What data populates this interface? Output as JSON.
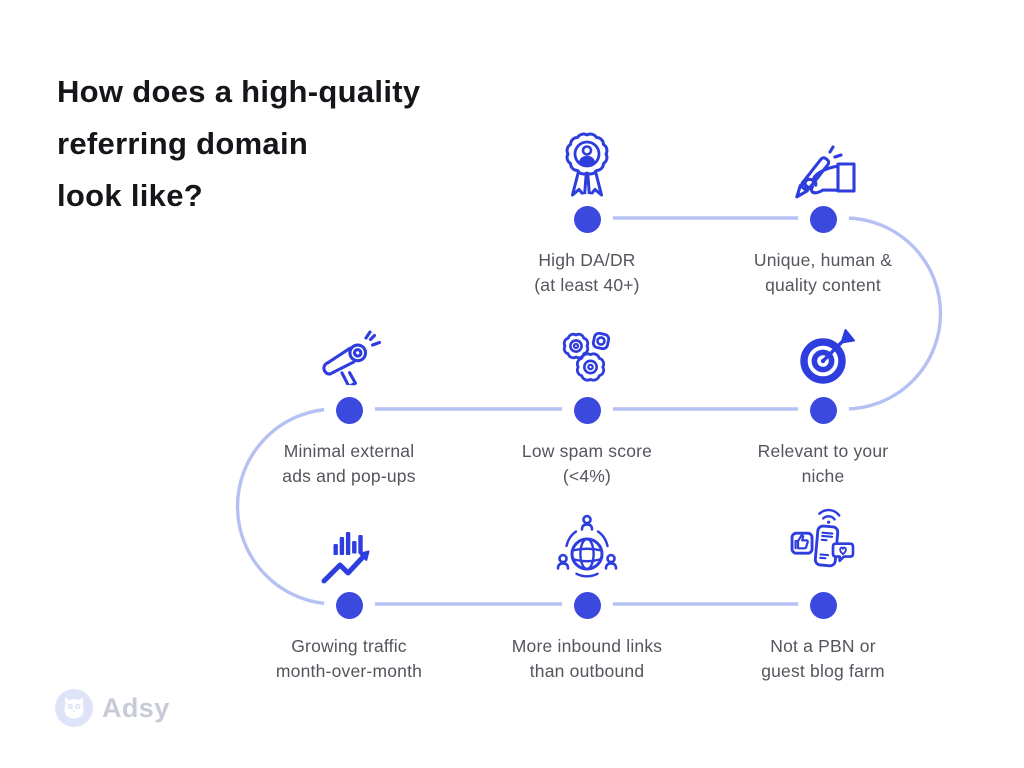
{
  "title": {
    "lines": [
      "How does a high-quality",
      "referring domain",
      "look like?"
    ]
  },
  "nodes": [
    {
      "id": "high-da-dr",
      "icon": "badge-medal-icon",
      "label": "High DA/DR\n(at least 40+)"
    },
    {
      "id": "unique-content",
      "icon": "hand-writing-icon",
      "label": "Unique, human &\nquality content"
    },
    {
      "id": "minimal-ads",
      "icon": "megaphone-icon",
      "label": "Minimal external\nads and pop-ups"
    },
    {
      "id": "low-spam-score",
      "icon": "gears-icon",
      "label": "Low spam score\n(<4%)"
    },
    {
      "id": "relevant-niche",
      "icon": "target-icon",
      "label": "Relevant to your\nniche"
    },
    {
      "id": "growing-traffic",
      "icon": "growth-chart-icon",
      "label": "Growing traffic\nmonth-over-month"
    },
    {
      "id": "inbound-links",
      "icon": "globe-network-icon",
      "label": "More inbound links\nthan outbound"
    },
    {
      "id": "not-pbn",
      "icon": "phone-social-icon",
      "label": "Not a PBN or\nguest blog farm"
    }
  ],
  "brand": {
    "name": "Adsy"
  },
  "colors": {
    "icon_blue": "#2e3ddd",
    "dot_blue": "#3c49df",
    "path_blue": "#b5c0f3",
    "title_text": "#15151a",
    "label_text": "#54555d"
  }
}
